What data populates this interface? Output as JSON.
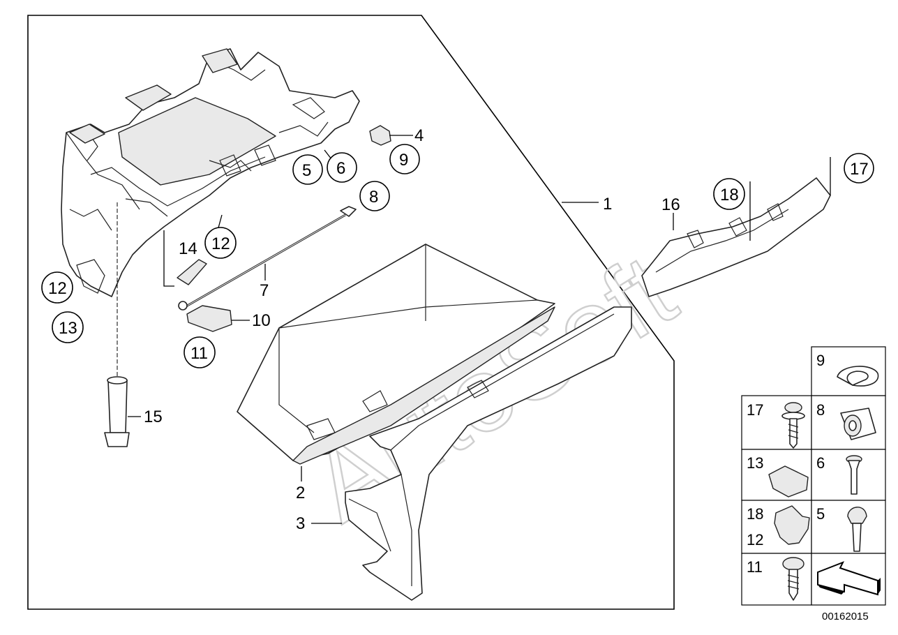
{
  "watermark": "AutoSoft",
  "diagram_code": "00162015",
  "callouts": {
    "c1": "1",
    "c2": "2",
    "c3": "3",
    "c4": "4",
    "c5": "5",
    "c6": "6",
    "c7": "7",
    "c8": "8",
    "c9": "9",
    "c10": "10",
    "c11": "11",
    "c12a": "12",
    "c12b": "12",
    "c13": "13",
    "c14": "14",
    "c15": "15",
    "c16": "16",
    "c17": "17",
    "c18": "18"
  },
  "legend": {
    "r1": "9",
    "r2a": "17",
    "r2b": "8",
    "r3a": "13",
    "r3b": "6",
    "r4a": "18",
    "r4a2": "12",
    "r4b": "5",
    "r5a": "11"
  }
}
